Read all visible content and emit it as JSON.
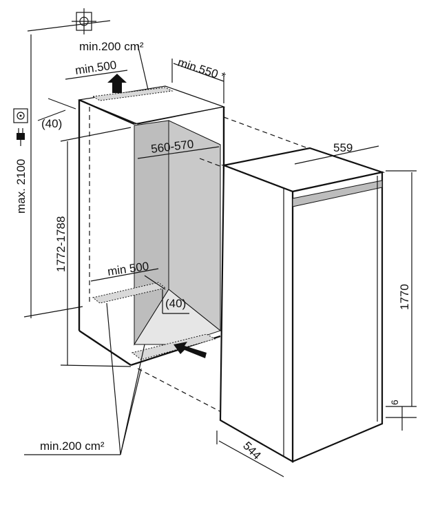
{
  "labels": {
    "top_vent": "min.200 cm²",
    "top_depth": "min.500",
    "niche_depth": "min.550 *",
    "top_gap": "(40)",
    "max_height": "max. 2100",
    "niche_width": "560-570",
    "appliance_width": "559",
    "niche_height": "1772-1788",
    "appliance_height": "1770",
    "bottom_depth": "min 500",
    "bottom_gap": "(40)",
    "foot_gap": "6",
    "appliance_depth": "544",
    "bottom_vent": "min.200 cm²"
  }
}
